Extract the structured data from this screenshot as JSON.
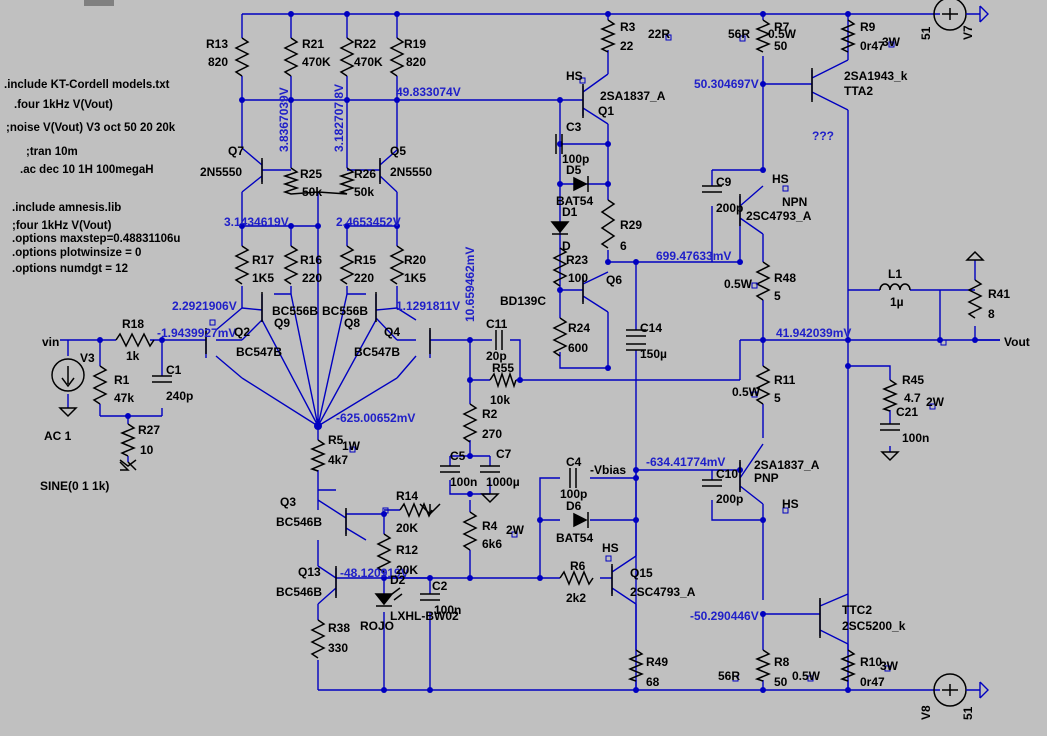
{
  "colors": {
    "background": "#c0c0c0",
    "wire": "#0000c0",
    "component": "#000000",
    "voltage_label": "#2020c8"
  },
  "directives": [
    ".include KT-Cordell models.txt",
    ".four 1kHz V(Vout)",
    ";noise V(Vout) V3 oct 50 20 20k",
    ";tran 10m",
    ".ac dec 10 1H 100megaH",
    ".include amnesis.lib",
    ";four 1kHz V(Vout)",
    ".options maxstep=0.48831106u",
    ".options plotwinsize = 0",
    ".options numdgt = 12"
  ],
  "voltages": {
    "n1": "3.8367039V",
    "n2": "3.182707 8V",
    "n3": "49.833074V",
    "n4": "50.304697V",
    "n5": "3.1434619V",
    "n6": "2.4653452V",
    "n7": "10.659462mV",
    "n8": "699.47633mV",
    "n9": "2.2921906V",
    "n10": "1.1291811V",
    "n11": "-1.9439927mV",
    "n12": "41.942039mV",
    "n13": "-625.00652mV",
    "n14": "-634.41774mV",
    "n15": "-48.120919V",
    "n16": "-50.290446V"
  },
  "labels": {
    "vin": "vin",
    "vout": "Vout",
    "ac": "AC 1",
    "sine": "SINE(0 1 1k)",
    "vbias": "-Vbias",
    "qmarks": "???",
    "r22_note": "22R",
    "r7_note": "56R",
    "r8_note": "56R",
    "hs1": "HS",
    "hs2": "HS",
    "hs3": "HS",
    "hs4": "HS",
    "v7": "V7",
    "v7_val": "51",
    "v8": "V8",
    "v8_val": "51",
    "w1": "1W",
    "w2": "2W",
    "w3": "2W",
    "w05a": "0.5W",
    "w05b": "0.5W",
    "w05c": "0.5W",
    "w05d": "0.5W",
    "w3a": "3W",
    "w3b": "3W"
  },
  "components": [
    {
      "ref": "R13",
      "value": "820"
    },
    {
      "ref": "R21",
      "value": "470K"
    },
    {
      "ref": "R22",
      "value": "470K"
    },
    {
      "ref": "R19",
      "value": "820"
    },
    {
      "ref": "R3",
      "value": "22"
    },
    {
      "ref": "R7",
      "value": "50"
    },
    {
      "ref": "R9",
      "value": "0r47"
    },
    {
      "ref": "R25",
      "value": "50k"
    },
    {
      "ref": "R26",
      "value": "50k"
    },
    {
      "ref": "Q7",
      "value": "2N5550"
    },
    {
      "ref": "Q5",
      "value": "2N5550"
    },
    {
      "ref": "R17",
      "value": "1K5"
    },
    {
      "ref": "R16",
      "value": "220"
    },
    {
      "ref": "R15",
      "value": "220"
    },
    {
      "ref": "R20",
      "value": "1K5"
    },
    {
      "ref": "Q9",
      "value": "BC556B"
    },
    {
      "ref": "Q8",
      "value": "BC556B"
    },
    {
      "ref": "Q2",
      "value": "BC547B"
    },
    {
      "ref": "Q4",
      "value": "BC547B"
    },
    {
      "ref": "R18",
      "value": "1k"
    },
    {
      "ref": "V3",
      "value": ""
    },
    {
      "ref": "R1",
      "value": "47k"
    },
    {
      "ref": "C1",
      "value": "240p"
    },
    {
      "ref": "R27",
      "value": "10"
    },
    {
      "ref": "Q1",
      "value": "2SA1837_A"
    },
    {
      "ref": "C3",
      "value": "100p"
    },
    {
      "ref": "D5",
      "value": "BAT54"
    },
    {
      "ref": "D1",
      "value": "D"
    },
    {
      "ref": "R29",
      "value": "6"
    },
    {
      "ref": "R23",
      "value": "100"
    },
    {
      "ref": "Q6",
      "value": "BD139C"
    },
    {
      "ref": "R24",
      "value": "600"
    },
    {
      "ref": "C14",
      "value": "150µ"
    },
    {
      "ref": "C11",
      "value": "20p"
    },
    {
      "ref": "R55",
      "value": "10k"
    },
    {
      "ref": "R2",
      "value": "270"
    },
    {
      "ref": "C5",
      "value": "100n"
    },
    {
      "ref": "C7",
      "value": "1000µ"
    },
    {
      "ref": "R4",
      "value": "6k6"
    },
    {
      "ref": "R5",
      "value": "4k7"
    },
    {
      "ref": "Q3",
      "value": "BC546B"
    },
    {
      "ref": "R14",
      "value": "20K"
    },
    {
      "ref": "R12",
      "value": "20K"
    },
    {
      "ref": "Q13",
      "value": "BC546B"
    },
    {
      "ref": "D2",
      "value": "ROJO"
    },
    {
      "ref": "LED",
      "value": "LXHL-BW02"
    },
    {
      "ref": "C2",
      "value": "100n"
    },
    {
      "ref": "R38",
      "value": "330"
    },
    {
      "ref": "C4",
      "value": "100p"
    },
    {
      "ref": "D6",
      "value": "BAT54"
    },
    {
      "ref": "R6",
      "value": "2k2"
    },
    {
      "ref": "Q15",
      "value": "2SC4793_A"
    },
    {
      "ref": "R49",
      "value": "68"
    },
    {
      "ref": "C9",
      "value": "200p"
    },
    {
      "ref": "NPN",
      "value": "2SC4793_A"
    },
    {
      "ref": "R48",
      "value": "5"
    },
    {
      "ref": "R11",
      "value": "5"
    },
    {
      "ref": "PNP",
      "value": "2SA1837_A"
    },
    {
      "ref": "C10",
      "value": "200p"
    },
    {
      "ref": "R8",
      "value": "50"
    },
    {
      "ref": "TTA2",
      "value": "2SA1943_k"
    },
    {
      "ref": "TTC2",
      "value": "2SC5200_k"
    },
    {
      "ref": "R10",
      "value": "0r47"
    },
    {
      "ref": "L1",
      "value": "1µ"
    },
    {
      "ref": "R41",
      "value": "8"
    },
    {
      "ref": "R45",
      "value": "4.7"
    },
    {
      "ref": "C21",
      "value": "100n"
    }
  ]
}
